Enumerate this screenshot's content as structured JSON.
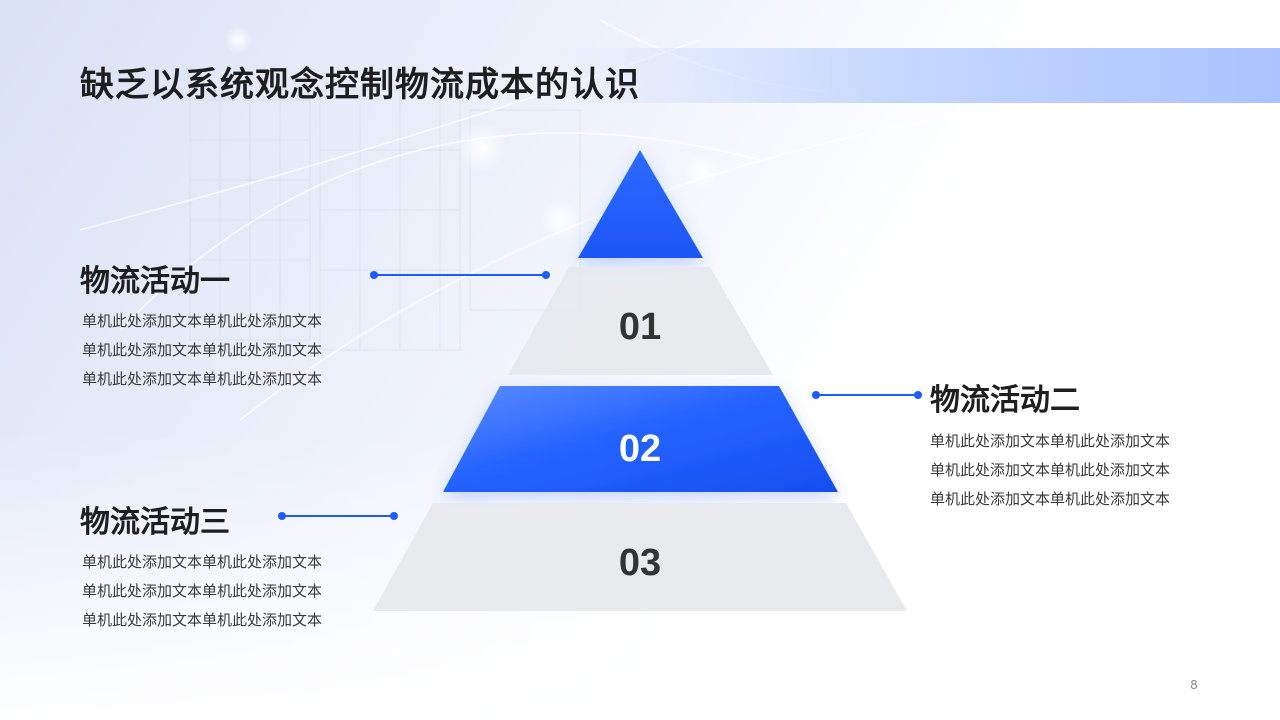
{
  "slide": {
    "title": "缺乏以系统观念控制物流成本的认识",
    "page_number": "8"
  },
  "pyramid": {
    "levels": [
      {
        "number": "01"
      },
      {
        "number": "02"
      },
      {
        "number": "03"
      }
    ]
  },
  "activities": [
    {
      "title": "物流活动一",
      "lines": [
        "单机此处添加文本单机此处添加文本",
        "单机此处添加文本单机此处添加文本",
        "单机此处添加文本单机此处添加文本"
      ]
    },
    {
      "title": "物流活动二",
      "lines": [
        "单机此处添加文本单机此处添加文本",
        "单机此处添加文本单机此处添加文本",
        "单机此处添加文本单机此处添加文本"
      ]
    },
    {
      "title": "物流活动三",
      "lines": [
        "单机此处添加文本单机此处添加文本",
        "单机此处添加文本单机此处添加文本",
        "单机此处添加文本单机此处添加文本"
      ]
    }
  ],
  "colors": {
    "accent": "#1e5cff",
    "tier_gray": "#e6e8ed",
    "title_text": "#1e1e1e"
  }
}
